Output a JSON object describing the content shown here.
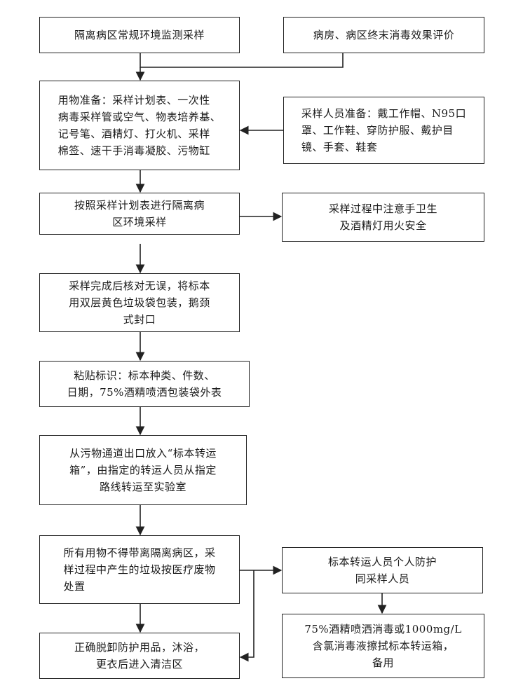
{
  "nodes": {
    "routine_sampling": "隔离病区常规环境监测采样",
    "terminal_eval": "病房、病区终末消毒效果评价",
    "supplies": "用物准备：采样计划表、一次性\n病毒采样管或空气、物表培养基、\n记号笔、酒精灯、打火机、采样\n棉签、速干手消毒凝胶、污物缸",
    "staff_prep": "采样人员准备：戴工作帽、N95口\n罩、工作鞋、穿防护服、戴护目\n镜、手套、鞋套",
    "sample_by_plan": "按照采样计划表进行隔离病\n区环境采样",
    "hand_hygiene": "采样过程中注意手卫生\n及酒精灯用火安全",
    "check_pack": "采样完成后核对无误，将标本\n用双层黄色垃圾袋包装，鹅颈\n式封口",
    "label": "粘贴标识：标本种类、件数、\n日期，75%酒精喷洒包装袋外表",
    "transport": "从污物通道出口放入“标本转运\n箱”，由指定的转运人员从指定\n路线转运至实验室",
    "waste": "所有用物不得带离隔离病区，采\n样过程中产生的垃圾按医疗废物\n处置",
    "doff": "正确脱卸防护用品，沐浴，\n更衣后进入清洁区",
    "courier_ppe": "标本转运人员个人防护\n同采样人员",
    "disinfect_box": "75%酒精喷洒消毒或1000mg/L\n含氯消毒液擦拭标本转运箱，\n备用"
  }
}
